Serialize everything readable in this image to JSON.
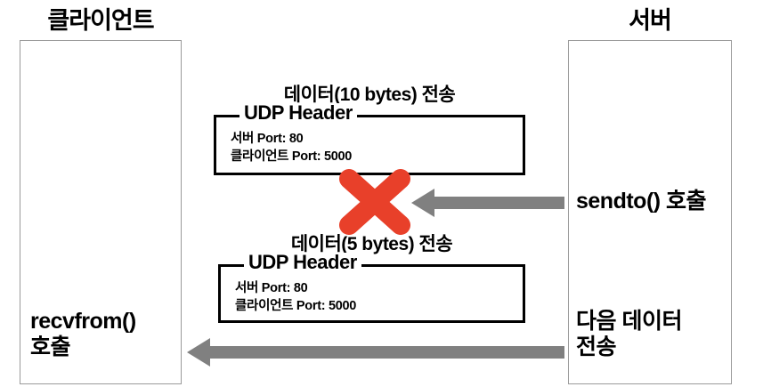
{
  "diagram": {
    "background": "#ffffff",
    "client": {
      "title": "클라이언트",
      "call_label": "recvfrom()\n호출"
    },
    "server": {
      "title": "서버",
      "sendto_label": "sendto() 호출",
      "next_data_label": "다음 데이터\n전송"
    },
    "packets": [
      {
        "caption": "데이터(10 bytes) 전송",
        "legend": "UDP Header",
        "fields": [
          "서버 Port: 80",
          "클라이언트 Port: 5000"
        ]
      },
      {
        "caption": "데이터(5 bytes) 전송",
        "legend": "UDP Header",
        "fields": [
          "서버 Port: 80",
          "클라이언트 Port: 5000"
        ]
      }
    ],
    "arrows": [
      {
        "name": "sendto-arrow",
        "direction": "left",
        "color": "#808080"
      },
      {
        "name": "next-data-arrow",
        "direction": "left",
        "color": "#808080"
      }
    ],
    "marks": [
      {
        "name": "reject-x",
        "glyph": "x-mark",
        "color": "#e8402a"
      }
    ],
    "colors": {
      "arrow_gray": "#808080",
      "x_red": "#e8402a",
      "box_border": "#000000",
      "column_border": "#9a9a9a",
      "text": "#000000"
    }
  }
}
